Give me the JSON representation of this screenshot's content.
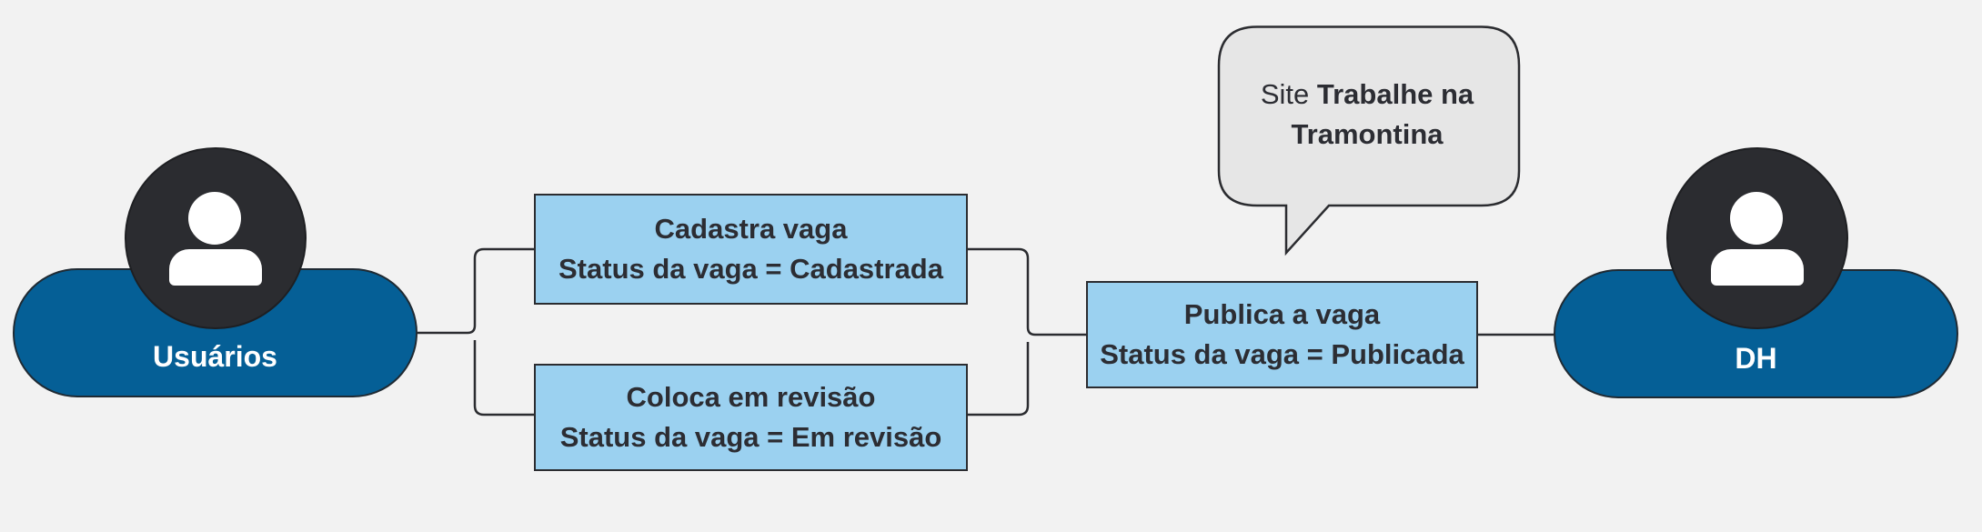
{
  "actors": {
    "left": {
      "label": "Usuários",
      "icon": "user-icon"
    },
    "right": {
      "label": "DH",
      "icon": "user-icon"
    }
  },
  "steps": {
    "cadastra": {
      "line1": "Cadastra vaga",
      "line2": "Status da vaga = Cadastrada"
    },
    "revisao": {
      "line1": "Coloca em revisão",
      "line2": "Status da vaga = Em revisão"
    },
    "publica": {
      "line1": "Publica a vaga",
      "line2": "Status da vaga = Publicada"
    }
  },
  "callout": {
    "prefix": "Site",
    "emphasis": "Trabalhe na Tramontina"
  },
  "colors": {
    "background": "#f2f2f2",
    "actor_fill": "#055f96",
    "avatar_fill": "#2b2c30",
    "step_fill": "#9bd1f0",
    "callout_fill": "#e6e6e6",
    "stroke": "#2b2c30"
  }
}
